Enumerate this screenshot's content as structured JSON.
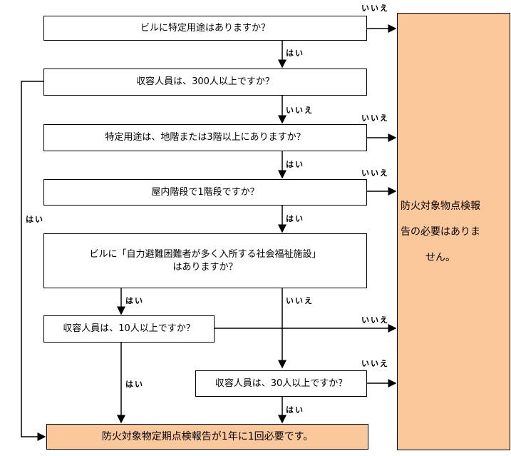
{
  "nodes": {
    "q1": "ビルに特定用途はありますか？",
    "q2": "収容人員は、300人以上ですか？",
    "q3": "特定用途は、地階または3階以上にありますか？",
    "q4": "屋内階段で1階段ですか？",
    "q5_line1": "ビルに「自力避難困難者が多く入所する社会福祉施設」",
    "q5_line2": "はありますか？",
    "q6": "収容人員は、10人以上ですか？",
    "q7": "収容人員は、30人以上ですか？",
    "result_required": "防火対象物定期点検報告が1年に1回必要です。",
    "result_not_required_line1": "防火対象物点検報",
    "result_not_required_line2": "告の必要はありま",
    "result_not_required_line3": "せん。"
  },
  "labels": {
    "yes": "はい",
    "no": "いいえ"
  },
  "colors": {
    "result_fill": "#FBC89B",
    "line": "#000000"
  }
}
